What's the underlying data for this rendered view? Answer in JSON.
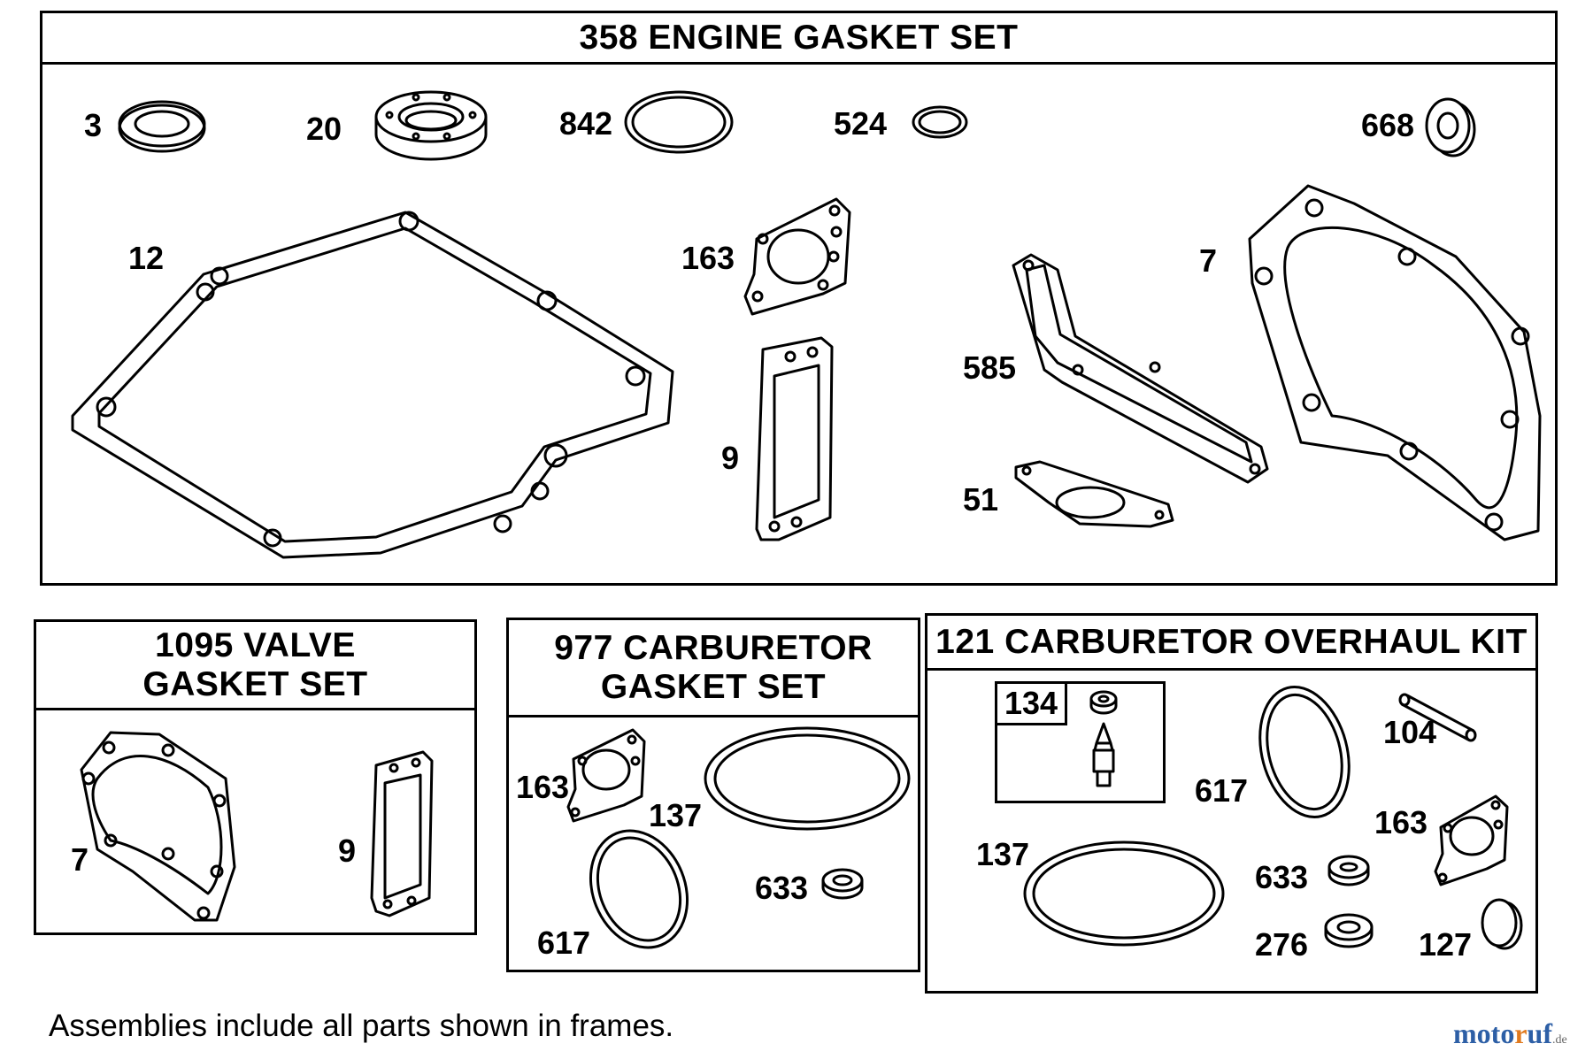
{
  "frames": {
    "engine": {
      "title": "358 ENGINE GASKET SET"
    },
    "valve": {
      "title_line1": "1095 VALVE",
      "title_line2": "GASKET SET"
    },
    "carb_gasket": {
      "title_line1": "977 CARBURETOR",
      "title_line2": "GASKET SET"
    },
    "overhaul": {
      "title": "121 CARBURETOR OVERHAUL KIT",
      "box_label": "134"
    }
  },
  "labels": {
    "e3": "3",
    "e20": "20",
    "e842": "842",
    "e524": "524",
    "e668": "668",
    "e12": "12",
    "e163": "163",
    "e7": "7",
    "e585": "585",
    "e9": "9",
    "e51": "51",
    "v7": "7",
    "v9": "9",
    "c163": "163",
    "c137": "137",
    "c633": "633",
    "c617": "617",
    "o104": "104",
    "o617": "617",
    "o137": "137",
    "o163": "163",
    "o633": "633",
    "o276": "276",
    "o127": "127"
  },
  "note": "Assemblies include all parts shown in frames.",
  "watermark": {
    "main": "moto",
    "accent": "r",
    "rest": "uf",
    "suffix": ".de"
  }
}
